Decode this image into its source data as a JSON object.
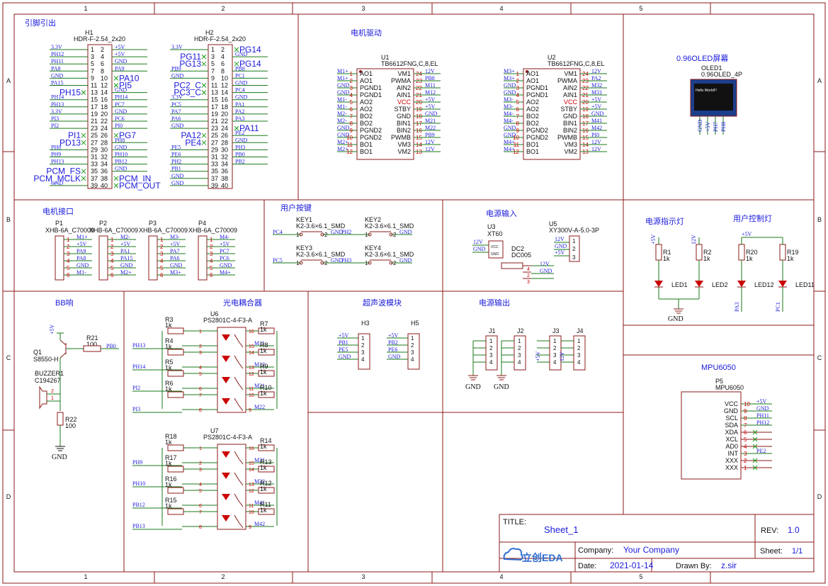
{
  "grid": {
    "cols": [
      "1",
      "2",
      "3",
      "4",
      "5"
    ],
    "rows": [
      "A",
      "B",
      "C",
      "D"
    ]
  },
  "sections": {
    "header_pins": "引脚引出",
    "motor_driver": "电机驱动",
    "oled": "0.96OLED屏幕",
    "motor_iface": "电机接口",
    "user_keys": "用户按键",
    "power_in": "电源输入",
    "power_led": "电源指示灯",
    "user_led": "用户控制灯",
    "buzzer": "BB响",
    "opto": "光电耦合器",
    "ultrasonic": "超声波模块",
    "power_out": "电源输出",
    "mpu": "MPU6050"
  },
  "H1": {
    "ref": "H1",
    "part": "HDR-F-2.54_2x20",
    "left": [
      "3.3V",
      "PH12",
      "PH11",
      "PA8",
      "GND",
      "PA15",
      "PH15",
      "PH14",
      "PH13",
      "3.3V",
      "PI3",
      "PI2",
      "PI1",
      "PD13",
      "PH8",
      "PH9",
      "PH13",
      "PCM_FS",
      "PCM_MCLK",
      "GND"
    ],
    "right": [
      "+5V",
      "+5V",
      "GND",
      "PA9",
      "PA10",
      "PI5",
      "GND",
      "PH14",
      "PC7",
      "GND",
      "PC6",
      "PI0",
      "PG7",
      "PH8",
      "GND",
      "PH10",
      "PB12",
      "GND",
      "PCM_IN",
      "PCM_OUT"
    ]
  },
  "H2": {
    "ref": "H2",
    "part": "HDR-F-2.54_2x20",
    "left": [
      "3.3V",
      "PG11",
      "PG13",
      "PB9",
      "GND",
      "PC2_C",
      "PC3_C",
      "3.3V",
      "PC5",
      "PA7",
      "PA6",
      "GND",
      "PA12",
      "PE4",
      "PE5",
      "PE6",
      "PH2",
      "PB1",
      "GND",
      "GND"
    ],
    "right": [
      "PG14",
      "GND",
      "PG14",
      "PB8",
      "PC1",
      "GND",
      "PC4",
      "GND",
      "PA1",
      "PA2",
      "PA3",
      "PA11",
      "PE2",
      "GND",
      "PH3",
      "PB0",
      "PB2",
      "",
      "",
      ""
    ]
  },
  "U1": {
    "ref": "U1",
    "part": "TB6612FNG,C,8,EL",
    "left_nets": [
      "M1+",
      "M1+",
      "GND",
      "GND",
      "M1-",
      "M1-",
      "M2-",
      "M2-",
      "GND",
      "GND",
      "M2+",
      "M2+"
    ],
    "left_pins": [
      "AO1",
      "AO1",
      "PGND1",
      "PGND1",
      "AO2",
      "AO2",
      "BO2",
      "BO2",
      "PGND2",
      "PGND2",
      "BO1",
      "BO1"
    ],
    "right_pins": [
      "VM1",
      "PWMA",
      "AIN2",
      "AIN1",
      "VCC",
      "STBY",
      "GND",
      "BIN1",
      "BIN2",
      "PWMB",
      "VM3",
      "VM2"
    ],
    "right_nets": [
      "12V",
      "PB8",
      "M11",
      "M12",
      "+5V",
      "+5V",
      "GND",
      "M21",
      "M22",
      "PB9",
      "12V",
      "12V"
    ]
  },
  "U2": {
    "ref": "U2",
    "part": "TB6612FNG,C,8,EL",
    "left_nets": [
      "M3+",
      "M3+",
      "GND",
      "GND",
      "M3-",
      "M3-",
      "M4-",
      "M4-",
      "GND",
      "GND",
      "M4+",
      "M4+"
    ],
    "left_pins": [
      "AO1",
      "AO1",
      "PGND1",
      "PGND1",
      "AO2",
      "AO2",
      "BO2",
      "BO2",
      "PGND2",
      "PGND2",
      "BO1",
      "BO1"
    ],
    "right_pins": [
      "VM1",
      "PWMA",
      "AIN2",
      "AIN1",
      "VCC",
      "STBY",
      "GND",
      "BIN1",
      "BIN2",
      "PWMB",
      "VM3",
      "VM2"
    ],
    "right_nets": [
      "12V",
      "PA2",
      "M32",
      "M31",
      "+5V",
      "+5V",
      "GND",
      "M41",
      "M42",
      "PI0",
      "12V",
      "12V"
    ]
  },
  "OLED": {
    "ref": "OLED1",
    "part": "0.96OLED_4P",
    "screen": "Hello World!!!",
    "nets": [
      "GND",
      "+5V",
      "PH7",
      "PH8"
    ]
  },
  "motors": [
    {
      "ref": "P1",
      "part": "XHB-6A_C70009",
      "nets": [
        "M1+",
        "+5V",
        "PA9",
        "PA8",
        "GND",
        "M1-"
      ]
    },
    {
      "ref": "P2",
      "part": "XHB-6A_C70009",
      "nets": [
        "M2-",
        "+5V",
        "PA1",
        "PA15",
        "GND",
        "M2+"
      ]
    },
    {
      "ref": "P3",
      "part": "XHB-6A_C70009",
      "nets": [
        "M3-",
        "+5V",
        "PA7",
        "PA6",
        "GND",
        "M3+"
      ]
    },
    {
      "ref": "P4",
      "part": "XHB-6A_C70009",
      "nets": [
        "M4-",
        "+5V",
        "PC7",
        "PC6",
        "GND",
        "M4+"
      ]
    }
  ],
  "keys": [
    {
      "ref": "KEY1",
      "part": "K2-3.6×6.1_SMD",
      "net": "PC4"
    },
    {
      "ref": "KEY2",
      "part": "K2-3.6×6.1_SMD",
      "net": "PH2"
    },
    {
      "ref": "KEY3",
      "part": "K2-3.6×6.1_SMD",
      "net": "PC5"
    },
    {
      "ref": "KEY4",
      "part": "K2-3.6×6.1_SMD",
      "net": "PH3"
    }
  ],
  "power_in": {
    "u3": "U3",
    "u3part": "XT60",
    "dc2": "DC2",
    "dc2part": "DC005",
    "u5": "U5",
    "u5part": "XY300V-A-5.0-3P",
    "n12v": "12V",
    "ngnd": "GND",
    "n5v": "+5V",
    "nvcc": "VCC"
  },
  "leds": [
    {
      "r": "R1",
      "rv": "1k",
      "led": "LED1",
      "top": "+5V"
    },
    {
      "r": "R2",
      "rv": "1k",
      "led": "LED2",
      "top": "12V"
    },
    {
      "r": "R20",
      "rv": "1k",
      "led": "LED12",
      "bot": "PA3"
    },
    {
      "r": "R19",
      "rv": "1k",
      "led": "LED11",
      "bot": "PC1"
    }
  ],
  "led_gnd": "GND",
  "led_top5v": "+5V",
  "buzzer": {
    "q": "Q1",
    "qpart": "S8550-H",
    "r21": "R21",
    "r21v": "100",
    "net": "PB0",
    "bz": "BUZZER1",
    "bzpart": "C194267",
    "r22": "R22",
    "r22v": "100",
    "vcc": "+5V",
    "gnd": "GND"
  },
  "U6": {
    "ref": "U6",
    "part": "PS2801C-4-F3-A",
    "in_nets": [
      "PH13",
      "PH14",
      "PI2",
      "PI3"
    ],
    "in_res": [
      "R3",
      "R4",
      "R5",
      "R6"
    ],
    "out_res": [
      "R7",
      "R8",
      "R9",
      "R10"
    ],
    "out_nets": [
      "M11",
      "M12",
      "M21",
      "M22"
    ],
    "lpins": [
      "1",
      "2",
      "3",
      "4",
      "5",
      "6",
      "7",
      "8"
    ],
    "rpins": [
      "16",
      "15",
      "14",
      "13",
      "12",
      "11",
      "10",
      "9"
    ]
  },
  "U7": {
    "ref": "U7",
    "part": "PS2801C-4-F3-A",
    "in_nets": [
      "PH9",
      "PH10",
      "PB12",
      "PB13"
    ],
    "in_res": [
      "R18",
      "R17",
      "R16",
      "R15"
    ],
    "out_res": [
      "R14",
      "R13",
      "R12",
      "R11"
    ],
    "out_nets": [
      "M31",
      "M32",
      "M41",
      "M42"
    ],
    "lpins": [
      "1",
      "2",
      "3",
      "4",
      "5",
      "6",
      "7",
      "8"
    ],
    "rpins": [
      "16",
      "15",
      "14",
      "13",
      "12",
      "11",
      "10",
      "9"
    ]
  },
  "res_value": "1k",
  "ultra": [
    {
      "ref": "H3",
      "nets": [
        "+5V",
        "PB1",
        "PE5",
        "GND"
      ]
    },
    {
      "ref": "H5",
      "nets": [
        "+5V",
        "PB2",
        "PE6",
        "GND"
      ]
    }
  ],
  "pout": {
    "refs": [
      "J1",
      "J2",
      "J3",
      "J4"
    ],
    "gnd": "GND",
    "n5v": "+5V",
    "n12v": "12V"
  },
  "mpu": {
    "ref": "P5",
    "part": "MPU6050",
    "pins": [
      "VCC",
      "GND",
      "SCL",
      "SDA",
      "XDA",
      "XCL",
      "AD0",
      "INT",
      "XXX",
      "XXX"
    ],
    "nums": [
      "10",
      "9",
      "8",
      "7",
      "6",
      "5",
      "4",
      "3",
      "2",
      "1"
    ],
    "nets": [
      "+5V",
      "GND",
      "PH11",
      "PH12",
      "",
      "",
      "",
      "PE2",
      "",
      ""
    ]
  },
  "title_block": {
    "title_label": "TITLE:",
    "title": "Sheet_1",
    "rev_label": "REV:",
    "rev": "1.0",
    "company_label": "Company:",
    "company": "Your Company",
    "sheet_label": "Sheet:",
    "sheet": "1/1",
    "date_label": "Date:",
    "date": "2021-01-14",
    "drawn_label": "Drawn By:",
    "drawn": "z.sir",
    "logo": "立创EDA"
  }
}
